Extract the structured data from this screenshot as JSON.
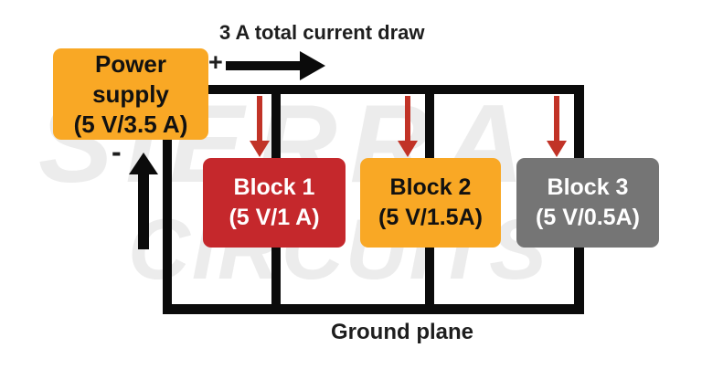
{
  "watermark": {
    "line1": "SIERRA",
    "line2": "CIRCUITS",
    "color": "#ECECEC"
  },
  "annotations": {
    "current_draw_label": "3 A total current draw",
    "plus_sign": "+",
    "minus_sign": "-",
    "ground_label": "Ground plane"
  },
  "power_supply": {
    "name_line1": "Power",
    "name_line2": "supply",
    "spec": "(5 V/3.5 A)",
    "bg_color": "#F9A825",
    "text_color": "#111111"
  },
  "blocks": [
    {
      "name": "Block 1",
      "spec": "(5 V/1 A)",
      "bg_color": "#C5282C",
      "text_color": "#FFFFFF"
    },
    {
      "name": "Block 2",
      "spec": "(5 V/1.5A)",
      "bg_color": "#F9A825",
      "text_color": "#111111"
    },
    {
      "name": "Block 3",
      "spec": "(5 V/0.5A)",
      "bg_color": "#757575",
      "text_color": "#FFFFFF"
    }
  ],
  "colors": {
    "wire": "#0B0B0B",
    "black_arrow": "#0B0B0B",
    "red_arrow": "#C13327",
    "label_text": "#1E1E1E"
  }
}
